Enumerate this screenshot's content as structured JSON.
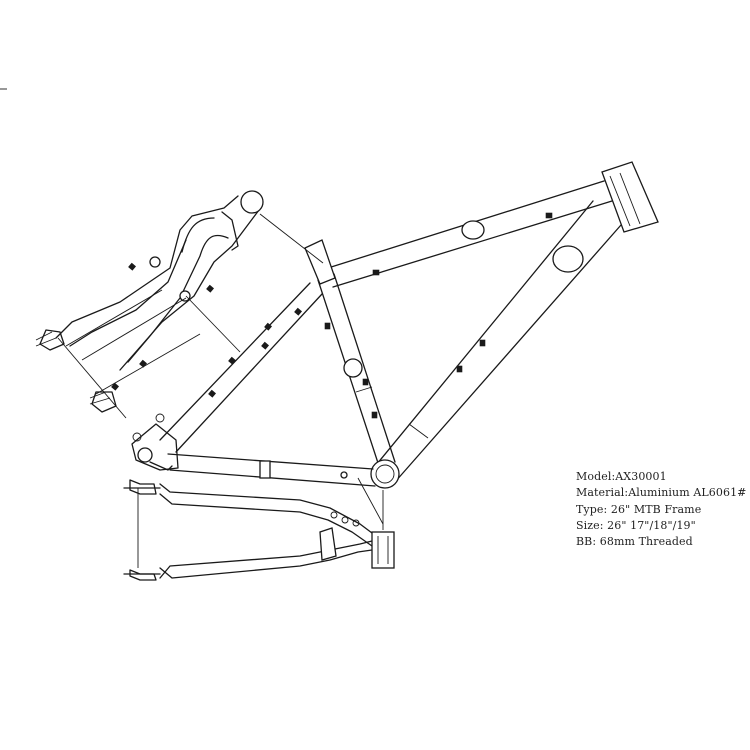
{
  "specs": {
    "model": "Model:AX30001",
    "material": "Material:Aluminium AL6061#",
    "type": "Type: 26\" MTB Frame",
    "size": "Size: 26\" 17\"/18\"/19\"",
    "bb": "BB: 68mm Threaded"
  },
  "colors": {
    "line": "#1a1a1a",
    "background": "#ffffff",
    "text": "#222222"
  }
}
